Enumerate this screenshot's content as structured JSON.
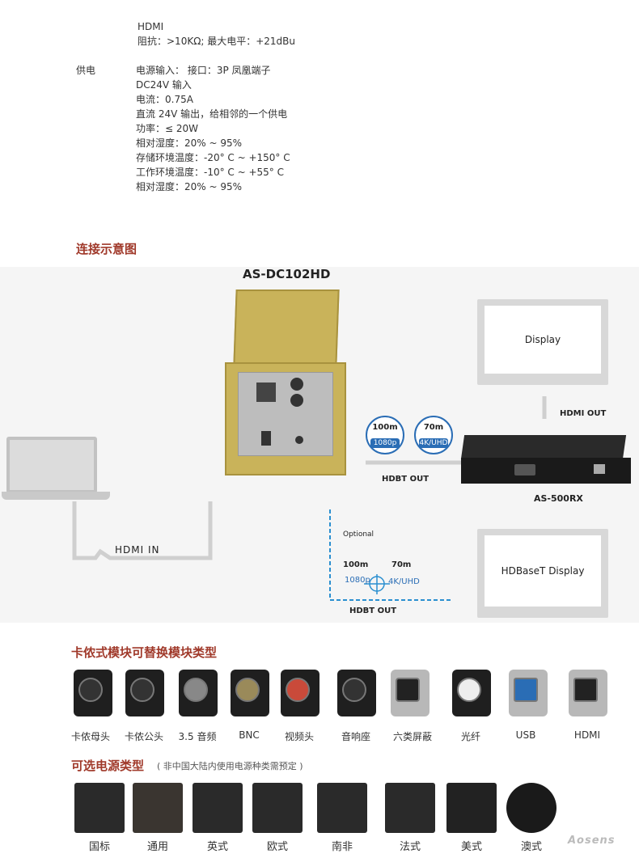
{
  "spec": {
    "hdmi_label": "HDMI",
    "hdmi_value": "阻抗：>10KΩ; 最大电平：+21dBu",
    "power_label": "供电",
    "power_lines": [
      "电源输入： 接口：3P 凤凰端子",
      "DC24V 输入",
      "电流：0.75A",
      "直流 24V 输出，给相邻的一个供电",
      "功率：≤ 20W",
      "相对湿度：20% ~ 95%",
      "存储环境温度：-20° C ~ +150° C",
      "工作环境温度：-10° C ~ +55° C",
      "相对湿度：20% ~ 95%"
    ]
  },
  "connection": {
    "title": "连接示意图",
    "device_name": "AS-DC102HD",
    "display_label": "Display",
    "hdmi_out": "HDMI OUT",
    "hdmi_in": "HDMI IN",
    "hdbt_out_top": "HDBT OUT",
    "hdbt_out_bottom": "HDBT OUT",
    "receiver_name": "AS-500RX",
    "optional": "Optional",
    "hdbase_display": "HDBaseT Display",
    "badge1_top": "100m",
    "badge1_bot": "1080p",
    "badge2_top": "70m",
    "badge2_bot": "4K/UHD",
    "cross_100m": "100m",
    "cross_70m": "70m",
    "cross_1080p": "1080p",
    "cross_4k": "4K/UHD"
  },
  "modules": {
    "title": "卡侬式模块可替换模块类型",
    "items": [
      "卡侬母头",
      "卡侬公头",
      "3.5 音频",
      "BNC",
      "视频头",
      "音响座",
      "六类屏蔽",
      "光纤",
      "USB",
      "HDMI"
    ]
  },
  "power_types": {
    "title": "可选电源类型",
    "note": "( 非中国大陆内使用电源种类需预定 )",
    "items": [
      "国标",
      "通用",
      "英式",
      "欧式",
      "南非",
      "法式",
      "美式",
      "澳式"
    ],
    "brand": "Aosens"
  },
  "colors": {
    "accent_red": "#a0392a",
    "badge_blue": "#2a6db5",
    "gold": "#c9b35a"
  }
}
